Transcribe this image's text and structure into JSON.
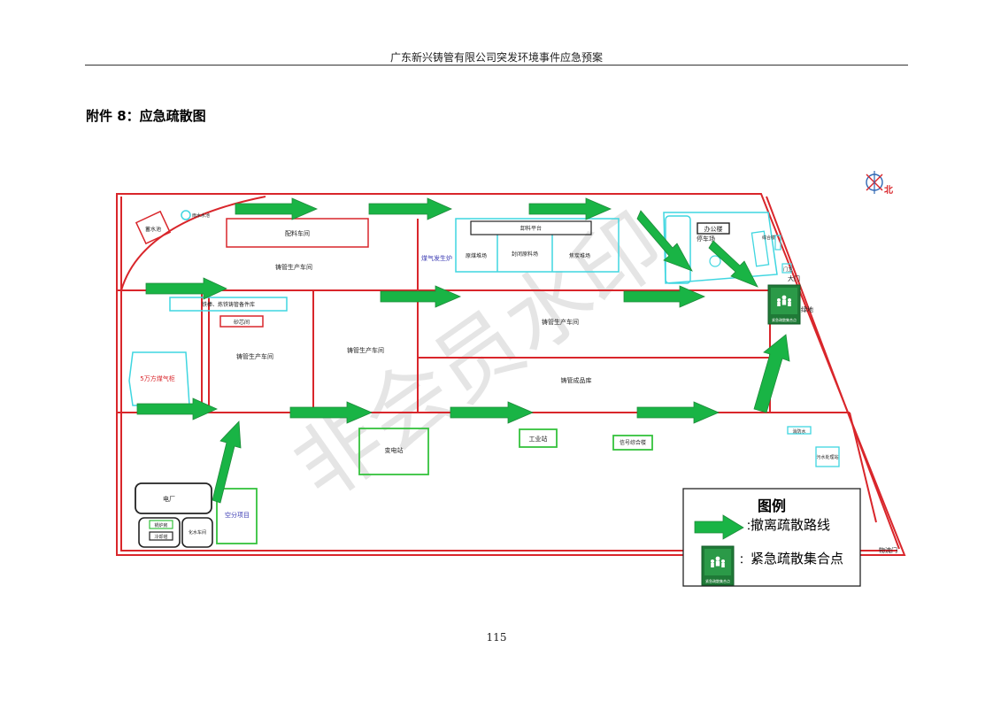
{
  "header": "广东新兴铸管有限公司突发环境事件应急预案",
  "section_title": "附件 8：应急疏散图",
  "page_number": "115",
  "watermark": "非会员水印",
  "compass": {
    "label": "北",
    "icon": "compass-icon"
  },
  "buildings": {
    "pool": "蓄水池",
    "water_tank": "雨水水池",
    "batching": "配料车间",
    "pipe_workshop_top": "铸管生产车间",
    "coal_furnace": "煤气发生炉",
    "unloading_platform": "卸料平台",
    "raw_coal": "原煤堆场",
    "sealed_material": "封闭原料场",
    "coke_yard": "焦炭堆场",
    "office": "办公楼",
    "parking": "停车场",
    "canteen": "综合楼",
    "guard": "门卫",
    "main_gate": "大门",
    "green": "绿地",
    "spare_parts": "铁棒、炼铁铸管备件库",
    "core_room": "砂芯间",
    "gas_holder": "5万方煤气柜",
    "pipe_workshop_left": "铸管生产车间",
    "pipe_workshop_mid": "铸管生产车间",
    "pipe_workshop_right": "铸管生产车间",
    "finished_storage": "铸管成品库",
    "substation": "变电站",
    "industrial_station": "工业站",
    "signal_building": "信号综合楼",
    "hydrant": "消防水",
    "sewage": "污水处理站",
    "power_plant": "电厂",
    "boiler": "锅炉房",
    "cooling": "冷却塔",
    "water_treat": "化水车间",
    "air_separation": "空分项目",
    "logistics_gate": "物流门"
  },
  "legend": {
    "title": "图例",
    "route_label": "撤离疏散路线",
    "assembly_label": "紧急疏散集合点",
    "assembly_sign_text": "紧急疏散集合点"
  },
  "colors": {
    "boundary": "#d9262b",
    "arrow": "#19b445",
    "cyan": "#3fd6e0",
    "green_box": "#35c23d",
    "sign_bg": "#1f7a37"
  }
}
